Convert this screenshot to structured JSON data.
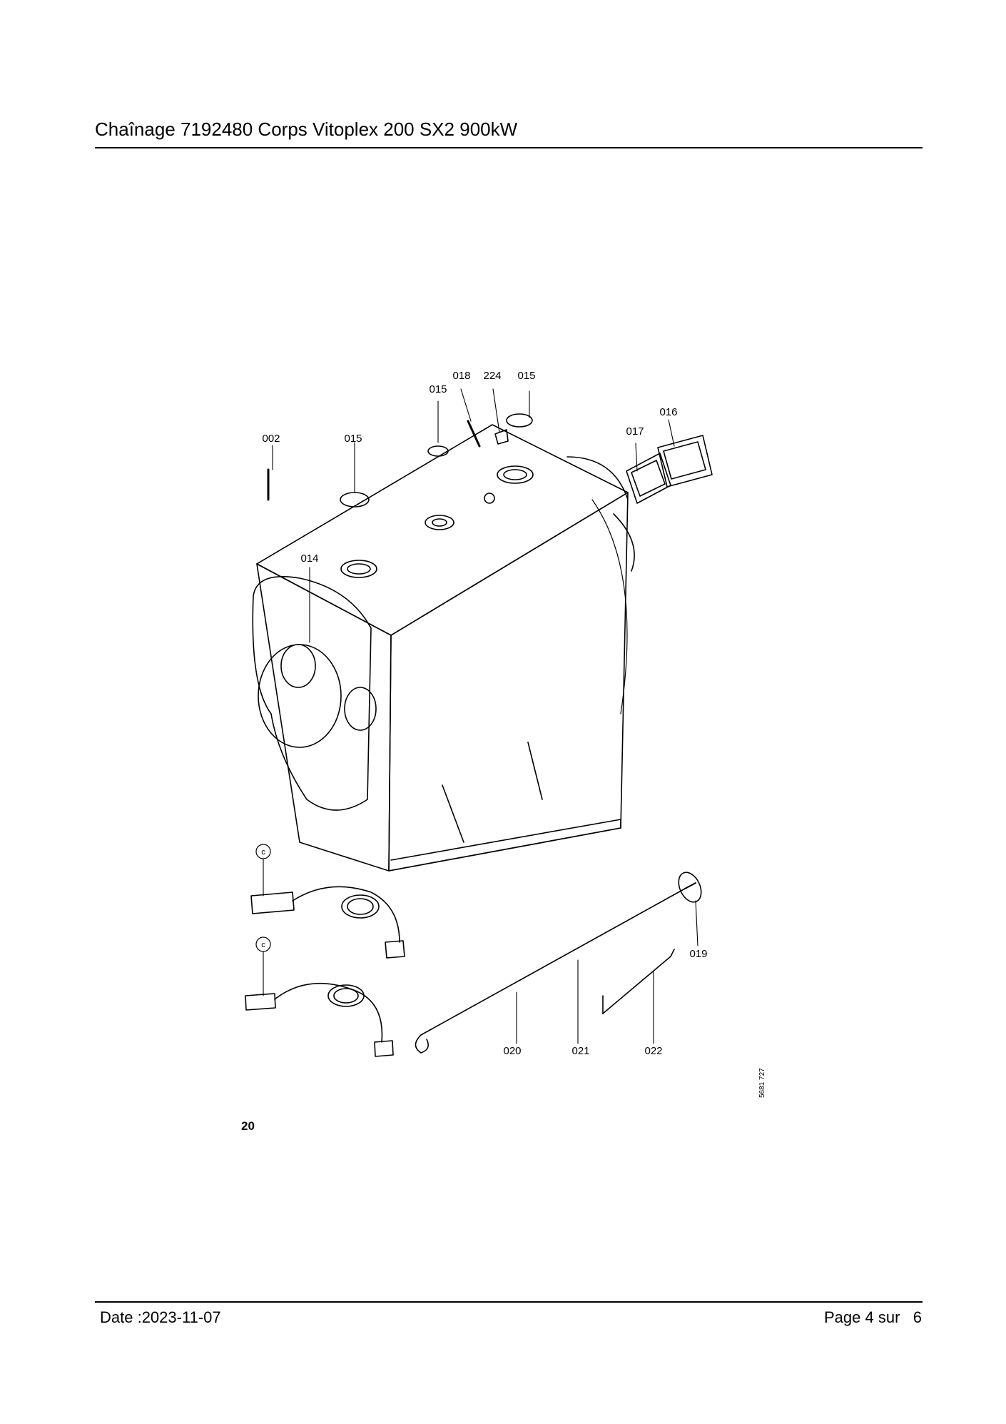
{
  "header": {
    "title": "Chaînage 7192480 Corps Vitoplex 200 SX2 900kW"
  },
  "figure": {
    "number": "20",
    "reference": "5681 727",
    "callouts": {
      "p002": "002",
      "p015a": "015",
      "p015b": "015",
      "p015c": "015",
      "p018": "018",
      "p224": "224",
      "p016": "016",
      "p017": "017",
      "p014": "014",
      "p019": "019",
      "p020": "020",
      "p021": "021",
      "p022": "022",
      "c1": "c",
      "c2": "c"
    }
  },
  "footer": {
    "date": "Date :2023-11-07",
    "page_prefix": "Page 4 sur",
    "page_total": "6"
  }
}
